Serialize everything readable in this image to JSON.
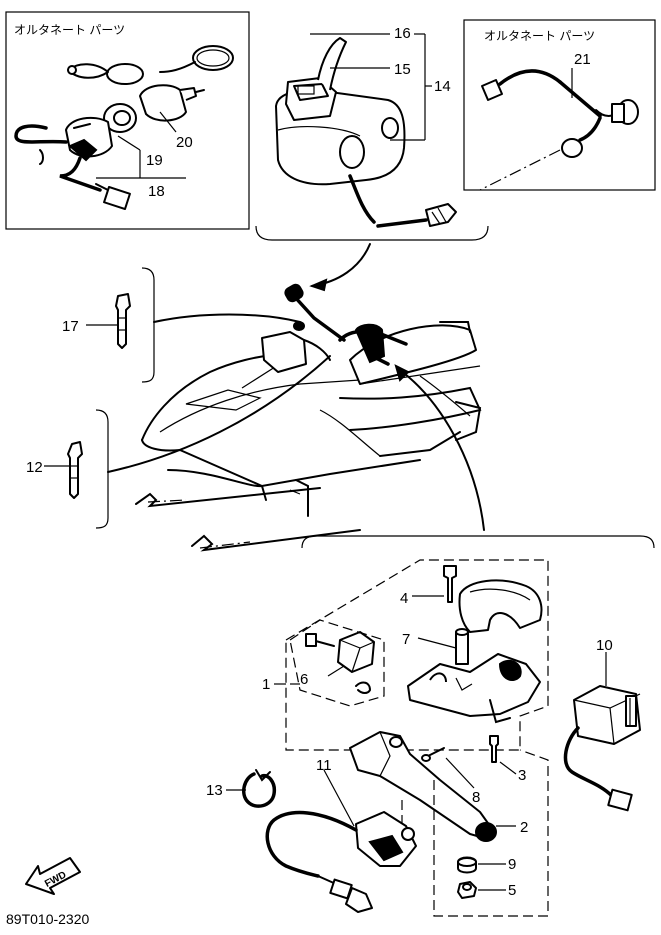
{
  "alt_parts_label_left": "オルタネート パーツ",
  "alt_parts_label_right": "オルタネート パーツ",
  "fwd_label": "FWD",
  "diagram_code": "89T010-2320",
  "callouts": {
    "c1": "1",
    "c2": "2",
    "c3": "3",
    "c4": "4",
    "c5": "5",
    "c6": "6",
    "c7": "7",
    "c8": "8",
    "c9": "9",
    "c10": "10",
    "c11": "11",
    "c12": "12",
    "c13": "13",
    "c14": "14",
    "c15": "15",
    "c16": "16",
    "c17": "17",
    "c18": "18",
    "c19": "19",
    "c20": "20",
    "c21": "21"
  }
}
